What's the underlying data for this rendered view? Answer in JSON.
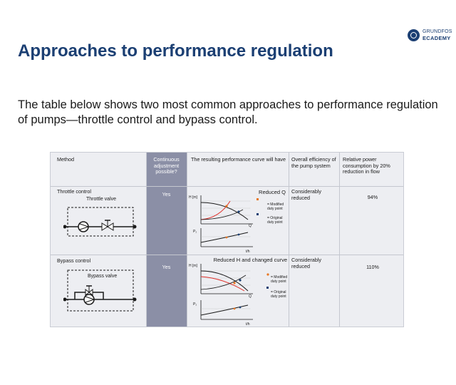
{
  "logo": {
    "line1": "GRUNDFOS",
    "line2": "ECADEMY"
  },
  "title": "Approaches to performance regulation",
  "intro": "The table below shows two most common approaches to performance regulation of pumps—throttle control and bypass control.",
  "table": {
    "headers": {
      "method": "Method",
      "continuous": "Continuous adjustment possible?",
      "curve": "The resulting performance curve will have",
      "efficiency": "Overall efficiency of the pump system",
      "power": "Relative power consumption by 20% reduction in flow"
    },
    "rows": [
      {
        "method": "Throttle control",
        "diagram_label": "Throttle valve",
        "continuous": "Yes",
        "curve_title": "Reduced Q",
        "efficiency": "Considerably reduced",
        "power": "94%"
      },
      {
        "method": "Bypass control",
        "diagram_label": "Bypass valve",
        "continuous": "Yes",
        "curve_title": "Reduced H and changed curve",
        "efficiency": "Considerably reduced",
        "power": "110%"
      }
    ],
    "graph_labels": {
      "h_axis": "H [m]",
      "p_axis": "P₂",
      "q_axis": "Q",
      "x_unit": "t/h",
      "modified_1": "= Modified",
      "modified_2": "duty point",
      "original_1": "= Original",
      "original_2": "duty point"
    }
  },
  "colors": {
    "title": "#1b3f73",
    "table_bg": "#edeef2",
    "shaded_column": "#8b8fa6",
    "modified_marker": "#e87722",
    "original_marker": "#1b3f73",
    "red_curve": "#e0302a"
  }
}
